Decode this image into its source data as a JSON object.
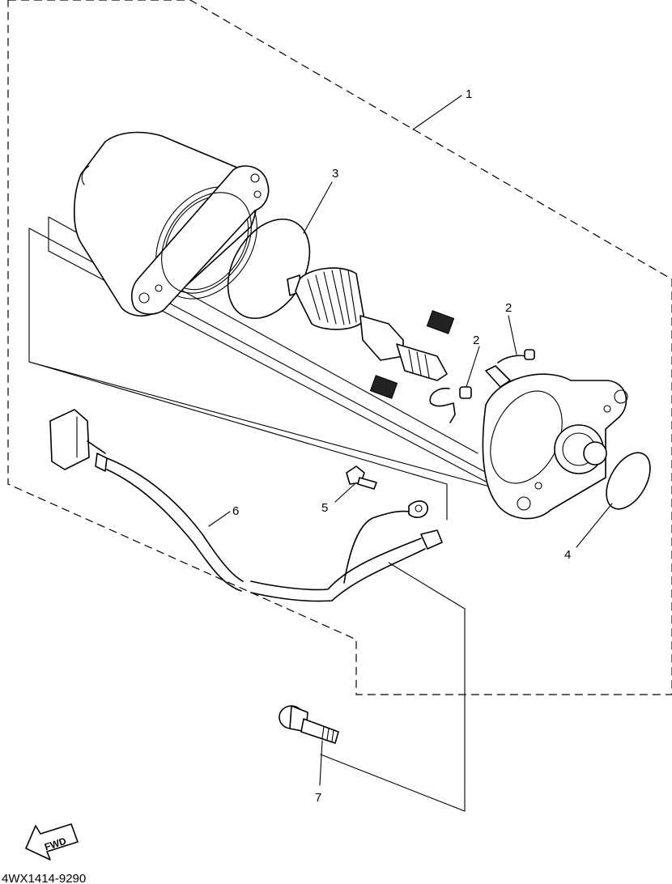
{
  "callouts": {
    "p1": "1",
    "p2a": "2",
    "p2b": "2",
    "p3": "3",
    "p4": "4",
    "p5": "5",
    "p6": "6",
    "p7": "7"
  },
  "fwd_label": "FWD",
  "drawing_code": "4WX1414-9290"
}
